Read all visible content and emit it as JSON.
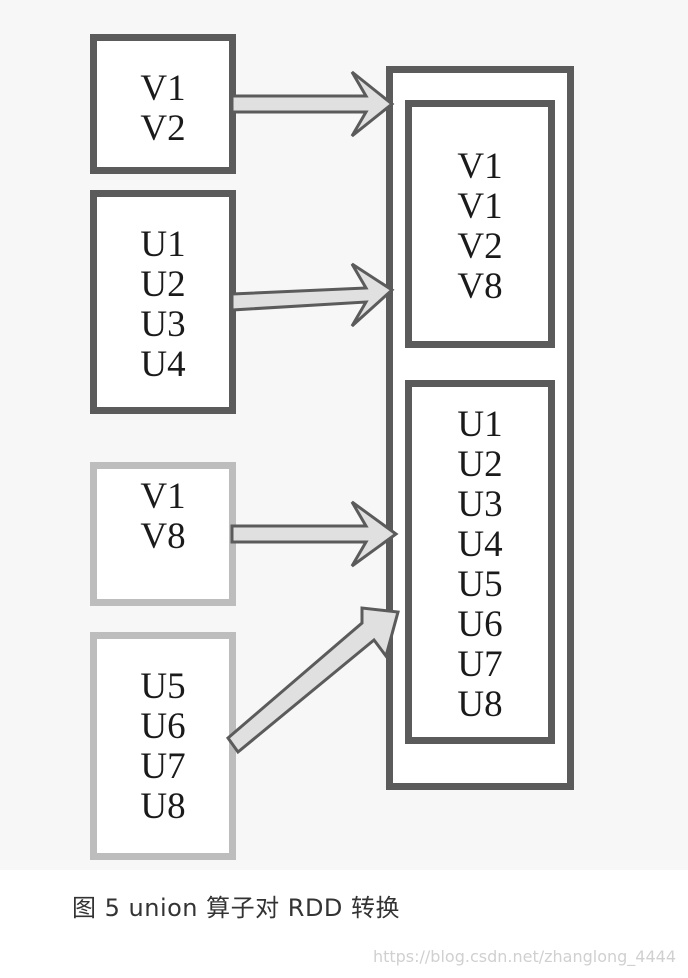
{
  "sources": [
    {
      "id": "src1",
      "items": [
        "V1",
        "V2"
      ]
    },
    {
      "id": "src2",
      "items": [
        "U1",
        "U2",
        "U3",
        "U4"
      ]
    },
    {
      "id": "src3",
      "items": [
        "V1",
        "V8"
      ]
    },
    {
      "id": "src4",
      "items": [
        "U5",
        "U6",
        "U7",
        "U8"
      ]
    }
  ],
  "result": {
    "partitions": [
      {
        "items": [
          "V1",
          "V1",
          "V2",
          "V8"
        ]
      },
      {
        "items": [
          "U1",
          "U2",
          "U3",
          "U4",
          "U5",
          "U6",
          "U7",
          "U8"
        ]
      }
    ]
  },
  "colors": {
    "dark_border": "#5b5b5b",
    "light_border": "#bdbdbd",
    "arrow_fill": "#e0e0e0",
    "arrow_stroke": "#5b5b5b"
  },
  "caption": "图 5  union 算子对 RDD 转换",
  "watermark": "https://blog.csdn.net/zhanglong_4444"
}
